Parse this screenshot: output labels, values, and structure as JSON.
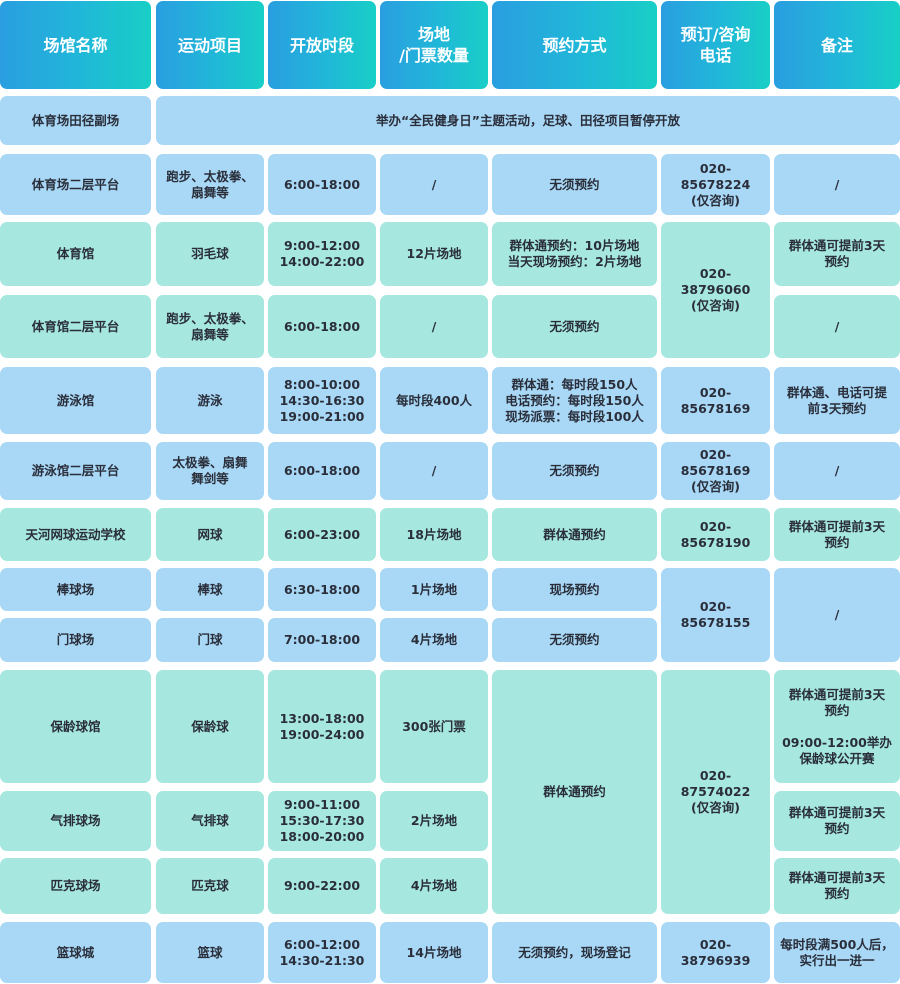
{
  "header": {
    "venue_name": "场馆名称",
    "sport": "运动项目",
    "open_hours": "开放时段",
    "capacity": "场地\n/门票数量",
    "booking_method": "预约方式",
    "phone": "预订/咨询\n电话",
    "remarks": "备注"
  },
  "rows": {
    "r1": {
      "venue": "体育场田径副场",
      "notice": "举办“全民健身日”主题活动，足球、田径项目暂停开放"
    },
    "r2": {
      "venue": "体育场二层平台",
      "sport": "跑步、太极拳、\n扇舞等",
      "hours": "6:00-18:00",
      "capacity": "/",
      "booking": "无须预约",
      "phone": "020-\n85678224\n(仅咨询)",
      "remarks": "/"
    },
    "r3": {
      "venue": "体育馆",
      "sport": "羽毛球",
      "hours": "9:00-12:00\n14:00-22:00",
      "capacity": "12片场地",
      "booking": "群体通预约：10片场地\n当天现场预约：2片场地",
      "remarks": "群体通可提前3天\n预约"
    },
    "r4": {
      "venue": "体育馆二层平台",
      "sport": "跑步、太极拳、\n扇舞等",
      "hours": "6:00-18:00",
      "capacity": "/",
      "booking": "无须预约",
      "remarks": "/"
    },
    "r3_4_phone": "020-\n38796060\n(仅咨询)",
    "r5": {
      "venue": "游泳馆",
      "sport": "游泳",
      "hours": "8:00-10:00\n14:30-16:30\n19:00-21:00",
      "capacity": "每时段400人",
      "booking": "群体通：每时段150人\n电话预约：每时段150人\n现场派票：每时段100人",
      "phone": "020-\n85678169",
      "remarks": "群体通、电话可提\n前3天预约"
    },
    "r6": {
      "venue": "游泳馆二层平台",
      "sport": "太极拳、扇舞\n舞剑等",
      "hours": "6:00-18:00",
      "capacity": "/",
      "booking": "无须预约",
      "phone": "020-\n85678169\n(仅咨询)",
      "remarks": "/"
    },
    "r7": {
      "venue": "天河网球运动学校",
      "sport": "网球",
      "hours": "6:00-23:00",
      "capacity": "18片场地",
      "booking": "群体通预约",
      "phone": "020-\n85678190",
      "remarks": "群体通可提前3天\n预约"
    },
    "r8": {
      "venue": "棒球场",
      "sport": "棒球",
      "hours": "6:30-18:00",
      "capacity": "1片场地",
      "booking": "现场预约"
    },
    "r9": {
      "venue": "门球场",
      "sport": "门球",
      "hours": "7:00-18:00",
      "capacity": "4片场地",
      "booking": "无须预约"
    },
    "r8_9_phone": "020-\n85678155",
    "r8_9_remarks": "/",
    "r10": {
      "venue": "保龄球馆",
      "sport": "保龄球",
      "hours": "13:00-18:00\n19:00-24:00",
      "capacity": "300张门票",
      "remarks": "群体通可提前3天\n预约\n\n09:00-12:00举办\n保龄球公开赛"
    },
    "r11": {
      "venue": "气排球场",
      "sport": "气排球",
      "hours": "9:00-11:00\n15:30-17:30\n18:00-20:00",
      "capacity": "2片场地",
      "remarks": "群体通可提前3天\n预约"
    },
    "r12": {
      "venue": "匹克球场",
      "sport": "匹克球",
      "hours": "9:00-22:00",
      "capacity": "4片场地",
      "remarks": "群体通可提前3天\n预约"
    },
    "r10_12_booking": "群体通预约",
    "r10_12_phone": "020-\n87574022\n(仅咨询)",
    "r13": {
      "venue": "篮球城",
      "sport": "篮球",
      "hours": "6:00-12:00\n14:30-21:30",
      "capacity": "14片场地",
      "booking": "无须预约，现场登记",
      "phone": "020-\n38796939",
      "remarks": "每时段满500人后，\n实行出一进一"
    }
  }
}
